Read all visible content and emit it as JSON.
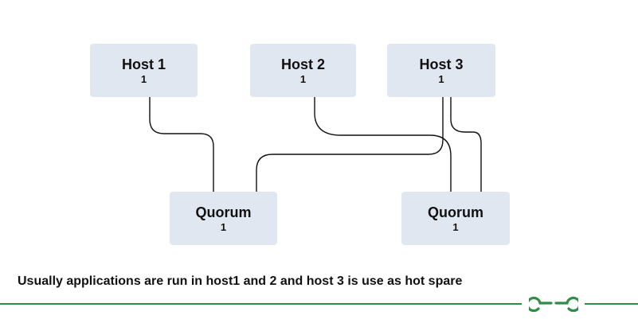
{
  "nodes": {
    "host1": {
      "label": "Host 1",
      "value": "1"
    },
    "host2": {
      "label": "Host 2",
      "value": "1"
    },
    "host3": {
      "label": "Host 3",
      "value": "1"
    },
    "quorum1": {
      "label": "Quorum",
      "value": "1"
    },
    "quorum2": {
      "label": "Quorum",
      "value": "1"
    }
  },
  "caption": "Usually applications are run in host1 and 2 and host 3 is use as hot spare",
  "colors": {
    "node_fill": "#e1e7f1",
    "line": "#111111",
    "brand": "#2f8d46"
  },
  "logo_icon": "geeksforgeeks-logo-icon"
}
